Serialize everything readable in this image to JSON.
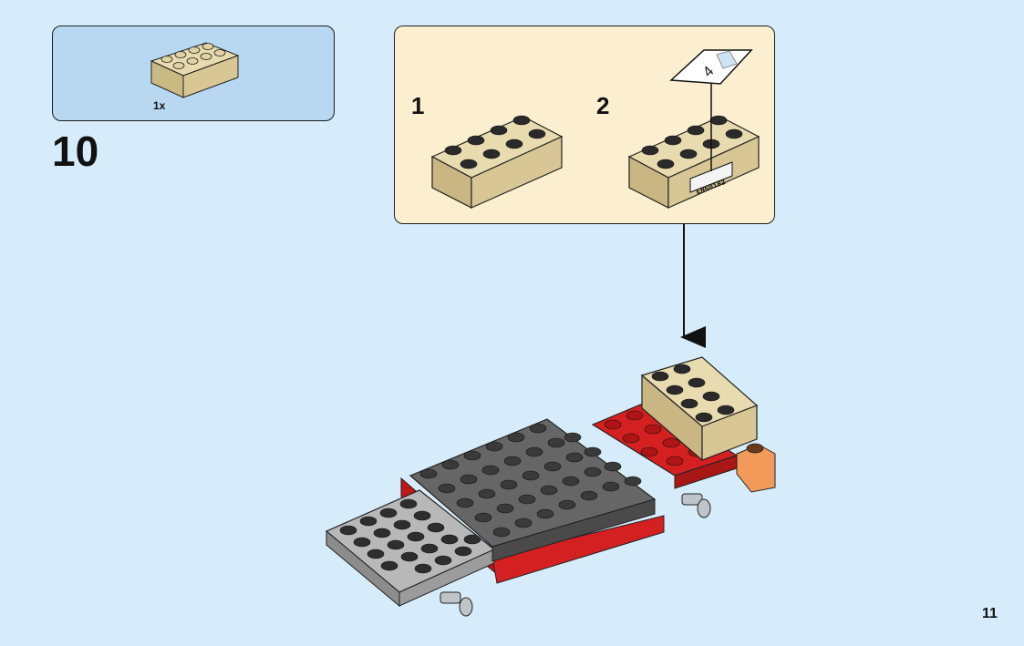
{
  "parts_list": {
    "items": [
      {
        "part": "tan-2x4-brick",
        "quantity": "1x"
      }
    ]
  },
  "step": {
    "number": "10"
  },
  "sub_assembly": {
    "steps": [
      {
        "number": "1"
      },
      {
        "number": "2"
      }
    ],
    "sticker": {
      "number": "4",
      "code": "EN60182"
    }
  },
  "page": {
    "number": "11"
  },
  "colors": {
    "background": "#d6ecfa",
    "parts_box": "#b8d8f2",
    "sub_box": "#fbefd0",
    "tan": "#dccb97",
    "red": "#d42020",
    "dark_gray": "#5a5a5a",
    "light_gray": "#a5a5a5"
  }
}
